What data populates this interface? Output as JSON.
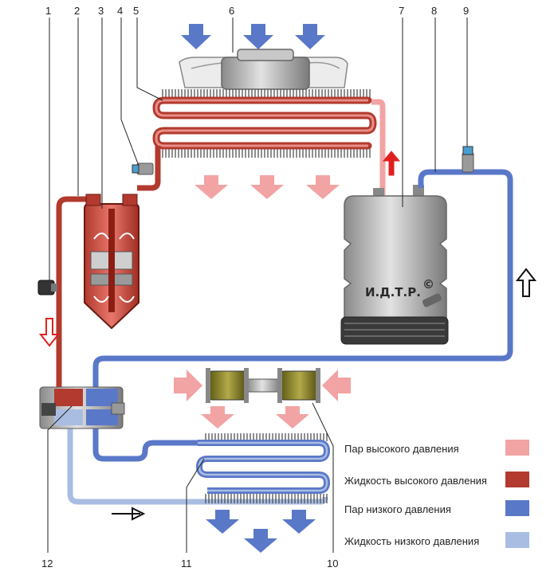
{
  "callouts": [
    "1",
    "2",
    "3",
    "4",
    "5",
    "6",
    "7",
    "8",
    "9",
    "10",
    "11",
    "12"
  ],
  "compressor_brand": "И.Д.Т.Р.",
  "compressor_brand_mark": "©",
  "legend": [
    {
      "label": "Пар высокого давления",
      "color": "#f2a3a3"
    },
    {
      "label": "Жидкость высокого давления",
      "color": "#b23a2e"
    },
    {
      "label": "Пар низкого давления",
      "color": "#5a78c8"
    },
    {
      "label": "Жидкость низкого давления",
      "color": "#a9bde3"
    }
  ],
  "colors": {
    "high_vapor": "#f2a3a3",
    "high_liquid": "#b23a2e",
    "low_vapor": "#5a78c8",
    "low_liquid": "#a9bde3",
    "air_arrow": "#5a78c8",
    "flow_arrow_red": "#e02020",
    "flow_arrow_black": "#111111"
  }
}
